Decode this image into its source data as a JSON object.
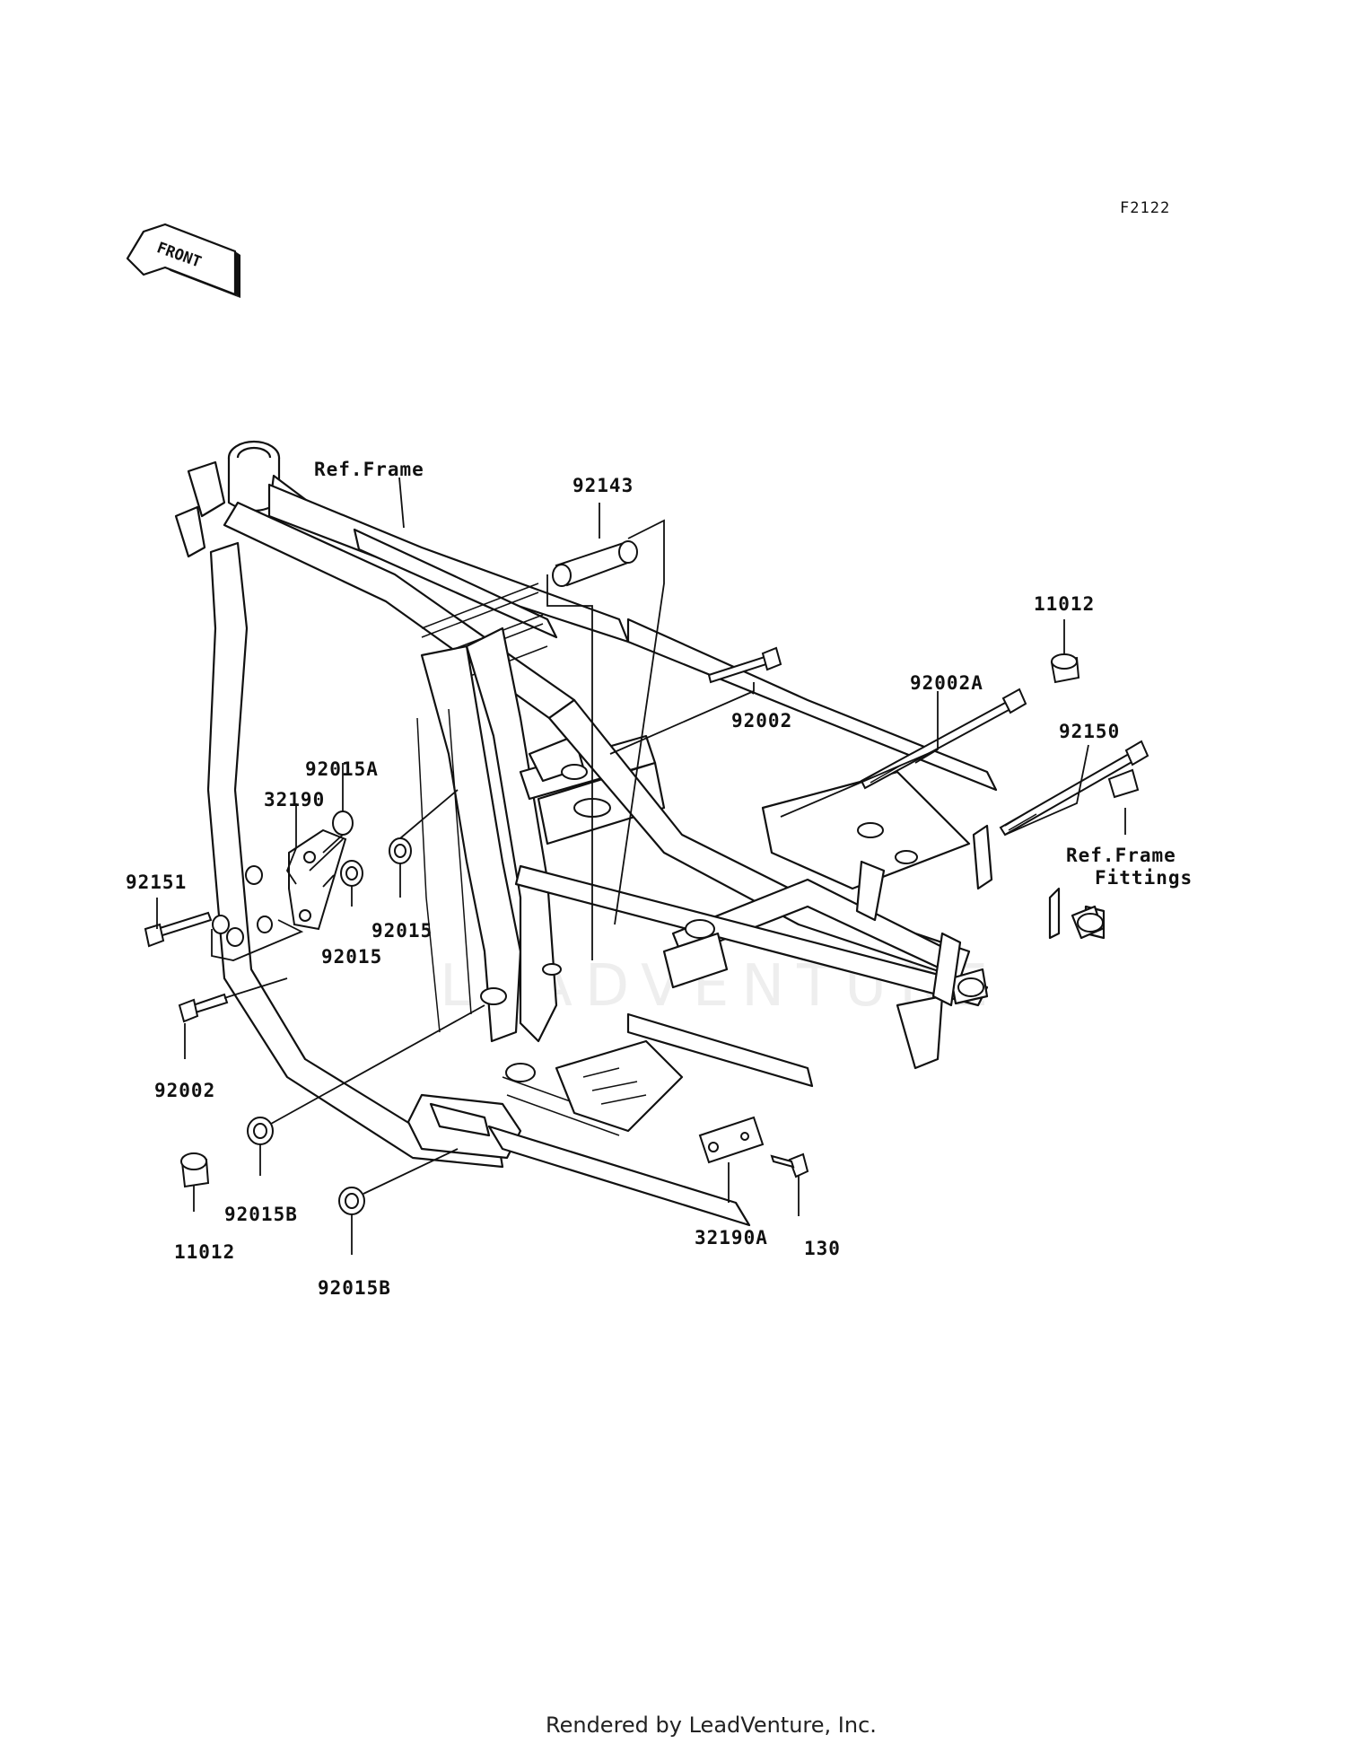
{
  "diagram_code": "F2122",
  "front_arrow": {
    "text": "FRONT"
  },
  "watermark": "LEADVENTURE",
  "footer": "Rendered by LeadVenture, Inc.",
  "callouts": [
    {
      "id": "ref-frame",
      "text": "Ref.Frame"
    },
    {
      "id": "p92143",
      "text": "92143"
    },
    {
      "id": "p11012-top",
      "text": "11012"
    },
    {
      "id": "p92002-upper",
      "text": "92002"
    },
    {
      "id": "p92002A",
      "text": "92002A"
    },
    {
      "id": "p92150",
      "text": "92150"
    },
    {
      "id": "ref-frame-fittings-1",
      "text": "Ref.Frame"
    },
    {
      "id": "ref-frame-fittings-2",
      "text": "Fittings"
    },
    {
      "id": "p92015A",
      "text": "92015A"
    },
    {
      "id": "p32190",
      "text": "32190"
    },
    {
      "id": "p92151",
      "text": "92151"
    },
    {
      "id": "p92015-right",
      "text": "92015"
    },
    {
      "id": "p92015-left",
      "text": "92015"
    },
    {
      "id": "p92002-lower",
      "text": "92002"
    },
    {
      "id": "p92015B-upper",
      "text": "92015B"
    },
    {
      "id": "p11012-bottom",
      "text": "11012"
    },
    {
      "id": "p92015B-lower",
      "text": "92015B"
    },
    {
      "id": "p32190A",
      "text": "32190A"
    },
    {
      "id": "p130",
      "text": "130"
    }
  ]
}
